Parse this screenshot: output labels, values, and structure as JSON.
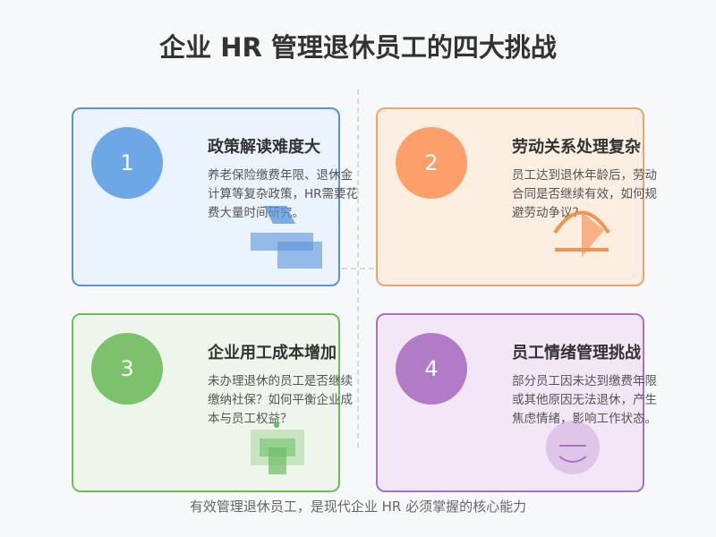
{
  "title": "企业 HR 管理退休员工的四大挑战",
  "cards": [
    {
      "number": "1",
      "title": "政策解读难度大",
      "text": "养老保险缴费年限、退休金计算等复杂政策，HR需要花费大量时间研究。",
      "accent": "#5a93d9",
      "icon": "document-stack-icon"
    },
    {
      "number": "2",
      "title": "劳动关系处理复杂",
      "text": "员工达到退休年龄后，劳动合同是否继续有效，如何规避劳动争议？",
      "accent": "#f2a36c",
      "icon": "scale-icon"
    },
    {
      "number": "3",
      "title": "企业用工成本增加",
      "text": "未办理退休的员工是否继续缴纳社保？如何平衡企业成本与员工权益？",
      "accent": "#6cbd61",
      "icon": "money-stack-icon"
    },
    {
      "number": "4",
      "title": "员工情绪管理挑战",
      "text": "部分员工因未达到缴费年限或其他原因无法退休，产生焦虑情绪，影响工作状态。",
      "accent": "#a772c1",
      "icon": "face-icon"
    }
  ],
  "footer": "有效管理退休员工，是现代企业 HR 必须掌握的核心能力"
}
